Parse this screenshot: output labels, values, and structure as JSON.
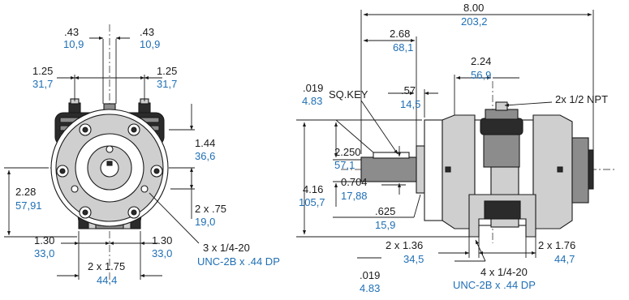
{
  "front_view": {
    "dim_043": {
      "inch": ".43",
      "mm": "10,9"
    },
    "dim_043_b": {
      "inch": ".43",
      "mm": "10,9"
    },
    "dim_125_l": {
      "inch": "1.25",
      "mm": "31,7"
    },
    "dim_125_r": {
      "inch": "1.25",
      "mm": "31,7"
    },
    "dim_144": {
      "inch": "1.44",
      "mm": "36,6"
    },
    "dim_228": {
      "inch": "2.28",
      "mm": "57,91"
    },
    "dim_2x075": {
      "inch": "2 x .75",
      "mm": "19,0"
    },
    "dim_130_l": {
      "inch": "1.30",
      "mm": "33,0"
    },
    "dim_130_r": {
      "inch": "1.30",
      "mm": "33,0"
    },
    "dim_2x175": {
      "inch": "2 x 1.75",
      "mm": "44,4"
    },
    "thread_note": {
      "line1": "3 x 1/4-20",
      "line2": "UNC-2B x .44 DP"
    }
  },
  "side_view": {
    "dim_800": {
      "inch": "8.00",
      "mm": "203,2"
    },
    "dim_268": {
      "inch": "2.68",
      "mm": "68,1"
    },
    "dim_224": {
      "inch": "2.24",
      "mm": "56,9"
    },
    "port_note": "2x 1/2 NPT",
    "dim_019_top": {
      "inch": ".019",
      "mm": "4.83"
    },
    "sq_key": "SQ.KEY",
    "dim_057": {
      "inch": ".57",
      "mm": "14,5"
    },
    "dim_2250": {
      "inch": "2.250",
      "mm": "57,1"
    },
    "dim_416": {
      "inch": "4.16",
      "mm": "105,7"
    },
    "dim_0704": {
      "inch": "0.704",
      "mm": "17,88"
    },
    "dim_0625": {
      "inch": ".625",
      "mm": "15,9"
    },
    "dim_2x136": {
      "inch": "2 x 1.36",
      "mm": "34,5"
    },
    "dim_2x176": {
      "inch": "2 x 1.76",
      "mm": "44,7"
    },
    "thread_note": {
      "line1": "4 x 1/4-20",
      "line2": "UNC-2B x .44 DP"
    },
    "dim_019_bot": {
      "inch": ".019",
      "mm": "4.83"
    }
  },
  "colors": {
    "dimension_text": "#1a1a1a",
    "metric_text": "#1f6fb5"
  }
}
